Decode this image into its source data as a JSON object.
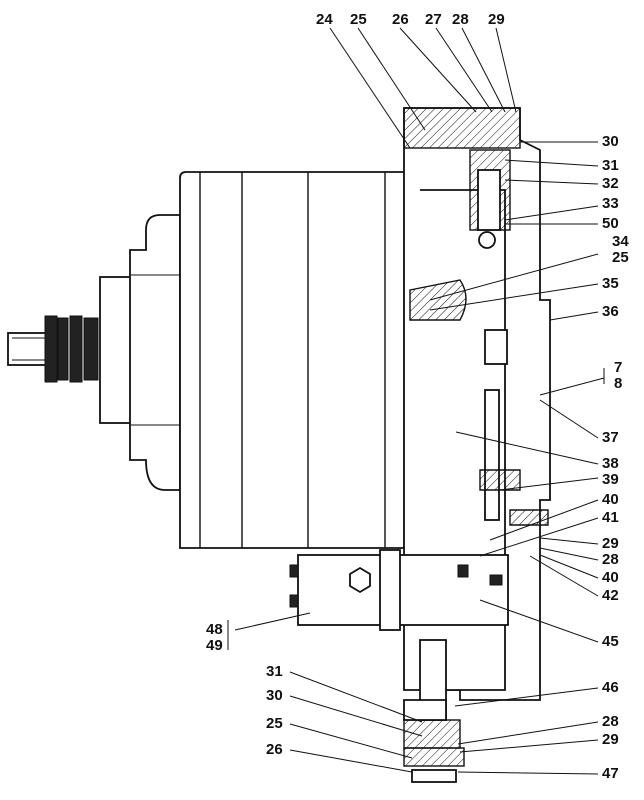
{
  "callouts": {
    "c24": "24",
    "c25t": "25",
    "c26t": "26",
    "c27": "27",
    "c28t": "28",
    "c29t": "29",
    "c30t": "30",
    "c31t": "31",
    "c32": "32",
    "c33": "33",
    "c50": "50",
    "c34": "34",
    "c25r": "25",
    "c35": "35",
    "c36": "36",
    "c7": "7",
    "c8": "8",
    "c37": "37",
    "c38": "38",
    "c39": "39",
    "c40a": "40",
    "c41": "41",
    "c29m": "29",
    "c28m": "28",
    "c40b": "40",
    "c42": "42",
    "c48": "48",
    "c49": "49",
    "c45": "45",
    "c46": "46",
    "c31b": "31",
    "c30b": "30",
    "c25b": "25",
    "c26b": "26",
    "c28b": "28",
    "c29b": "29",
    "c47": "47"
  }
}
